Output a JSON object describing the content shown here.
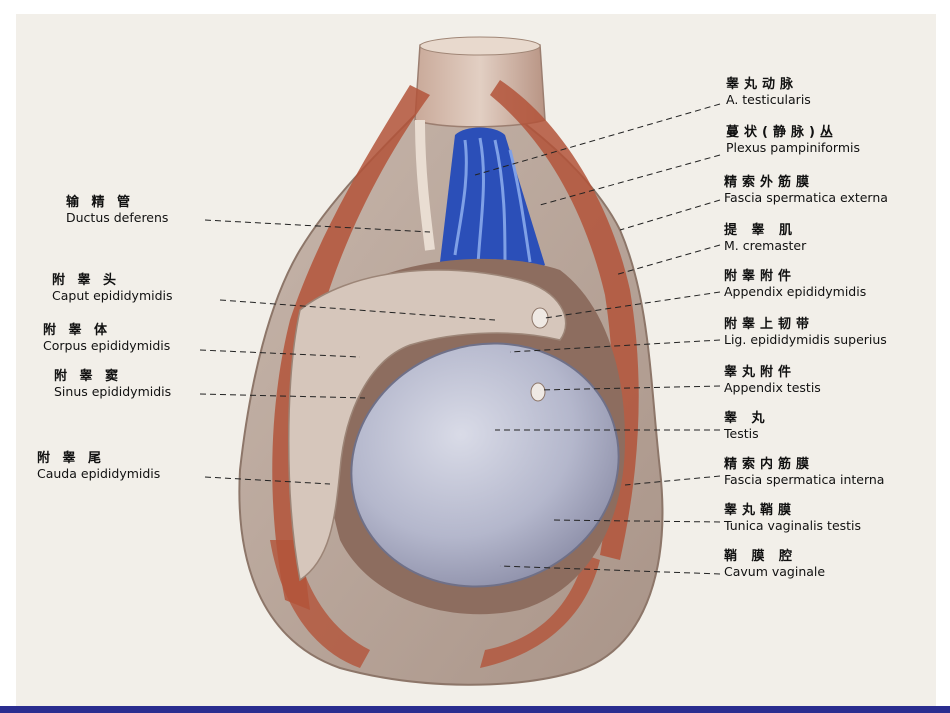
{
  "labels_left": [
    {
      "zh": "输 精 管",
      "la": "Ductus deferens"
    },
    {
      "zh": "附 睾 头",
      "la": "Caput epididymidis"
    },
    {
      "zh": "附 睾 体",
      "la": "Corpus epididymidis"
    },
    {
      "zh": "附 睾 窦",
      "la": "Sinus epididymidis"
    },
    {
      "zh": "附 睾 尾",
      "la": "Cauda   epididymidis"
    }
  ],
  "labels_right": [
    {
      "zh": "睾丸动脉",
      "la": "A. testicularis"
    },
    {
      "zh": "蔓状(静脉)丛",
      "la": "Plexus pampiniformis"
    },
    {
      "zh": "精索外筋膜",
      "la": "Fascia spermatica externa"
    },
    {
      "zh": "提 睾 肌",
      "la": "M. cremaster"
    },
    {
      "zh": "附睾附件",
      "la": "Appendix epididymidis"
    },
    {
      "zh": "附睾上韧带",
      "la": "Lig. epididymidis superius"
    },
    {
      "zh": "睾丸附件",
      "la": "Appendix testis"
    },
    {
      "zh": "睾   丸",
      "la": "Testis"
    },
    {
      "zh": "精索内筋膜",
      "la": "Fascia spermatica interna"
    },
    {
      "zh": "睾丸鞘膜",
      "la": "Tunica vaginalis testis"
    },
    {
      "zh": "鞘 膜 腔",
      "la": "Cavum vaginale"
    }
  ],
  "colors": {
    "testis": "#b8bcd2",
    "muscle": "#b3543a",
    "tissue": "#cdbfb4",
    "vein": "#2b4fb8",
    "bar": "#2a2d8f"
  }
}
